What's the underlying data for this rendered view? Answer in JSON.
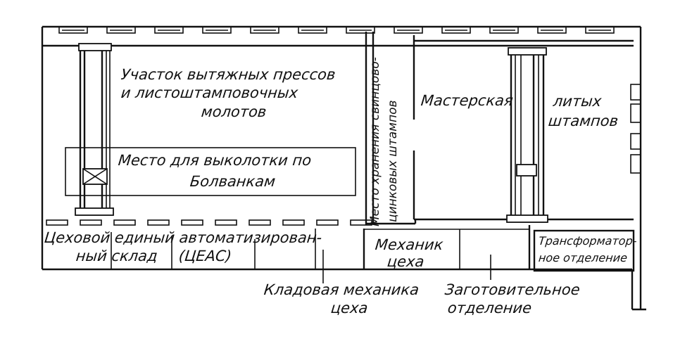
{
  "labels": {
    "press_area_line1": "Участок вытяжных прессов",
    "press_area_line2": "и листоштамповочных",
    "press_area_line3": "молотов",
    "hammering_line1": "Место для выколотки по",
    "hammering_line2": "Болванкам",
    "storage_zinc_line1": "Место хранения свинцово-",
    "storage_zinc_line2": "цинковых штампов",
    "workshop": "Мастерская",
    "cast_dies_line1": "литых",
    "cast_dies_line2": "штампов",
    "warehouse_line1": "Цеховой единый автоматизирован-",
    "warehouse_line2": "ный склад",
    "warehouse_line3": "(ЦЕАС)",
    "mechanic_line1": "Механик",
    "mechanic_line2": "цеха",
    "transformer_line1": "Трансформатор-",
    "transformer_line2": "ное отделение",
    "mech_storeroom_line1": "Кладовая механика",
    "mech_storeroom_line2": "цеха",
    "blank_dept_line1": "Заготовительное",
    "blank_dept_line2": "отделение"
  },
  "colors": {
    "ink": "#111111",
    "paper": "#ffffff"
  }
}
